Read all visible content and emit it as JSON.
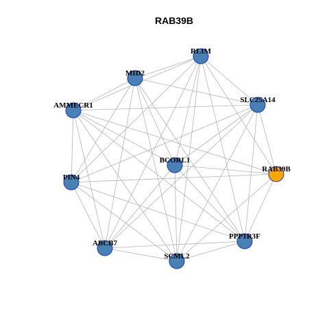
{
  "title": "RAB39B",
  "colors": {
    "node_fill": "#4682b4",
    "highlight_fill": "#ffa500",
    "node_stroke": "#1a33c8",
    "edge": "#b3b3b3"
  },
  "nodes": [
    {
      "id": "RLIM",
      "label": "RLIM",
      "highlight": false
    },
    {
      "id": "MID2",
      "label": "MID2",
      "highlight": false
    },
    {
      "id": "AMMECR1",
      "label": "AMMECR1",
      "highlight": false
    },
    {
      "id": "SLC25A14",
      "label": "SLC25A14",
      "highlight": false
    },
    {
      "id": "BCORL1",
      "label": "BCORL1",
      "highlight": false
    },
    {
      "id": "RAB39B",
      "label": "RAB39B",
      "highlight": true
    },
    {
      "id": "PIN4",
      "label": "PIN4",
      "highlight": false
    },
    {
      "id": "PPP1R3F",
      "label": "PPP1R3F",
      "highlight": false
    },
    {
      "id": "ABCB7",
      "label": "ABCB7",
      "highlight": false
    },
    {
      "id": "SCML2",
      "label": "SCML2",
      "highlight": false
    }
  ],
  "edges": [
    [
      "RLIM",
      "MID2"
    ],
    [
      "RLIM",
      "AMMECR1"
    ],
    [
      "RLIM",
      "SLC25A14"
    ],
    [
      "RLIM",
      "BCORL1"
    ],
    [
      "RLIM",
      "RAB39B"
    ],
    [
      "RLIM",
      "PIN4"
    ],
    [
      "RLIM",
      "PPP1R3F"
    ],
    [
      "RLIM",
      "ABCB7"
    ],
    [
      "RLIM",
      "SCML2"
    ],
    [
      "MID2",
      "AMMECR1"
    ],
    [
      "MID2",
      "SLC25A14"
    ],
    [
      "MID2",
      "BCORL1"
    ],
    [
      "MID2",
      "PIN4"
    ],
    [
      "MID2",
      "PPP1R3F"
    ],
    [
      "MID2",
      "ABCB7"
    ],
    [
      "MID2",
      "SCML2"
    ],
    [
      "AMMECR1",
      "SLC25A14"
    ],
    [
      "AMMECR1",
      "BCORL1"
    ],
    [
      "AMMECR1",
      "RAB39B"
    ],
    [
      "AMMECR1",
      "PIN4"
    ],
    [
      "AMMECR1",
      "PPP1R3F"
    ],
    [
      "AMMECR1",
      "ABCB7"
    ],
    [
      "AMMECR1",
      "SCML2"
    ],
    [
      "SLC25A14",
      "BCORL1"
    ],
    [
      "SLC25A14",
      "RAB39B"
    ],
    [
      "SLC25A14",
      "PIN4"
    ],
    [
      "SLC25A14",
      "PPP1R3F"
    ],
    [
      "SLC25A14",
      "ABCB7"
    ],
    [
      "SLC25A14",
      "SCML2"
    ],
    [
      "BCORL1",
      "RAB39B"
    ],
    [
      "BCORL1",
      "PPP1R3F"
    ],
    [
      "BCORL1",
      "ABCB7"
    ],
    [
      "BCORL1",
      "SCML2"
    ],
    [
      "RAB39B",
      "PIN4"
    ],
    [
      "RAB39B",
      "PPP1R3F"
    ],
    [
      "RAB39B",
      "SCML2"
    ],
    [
      "PIN4",
      "PPP1R3F"
    ],
    [
      "PIN4",
      "ABCB7"
    ],
    [
      "PIN4",
      "SCML2"
    ],
    [
      "PPP1R3F",
      "ABCB7"
    ],
    [
      "PPP1R3F",
      "SCML2"
    ],
    [
      "ABCB7",
      "SCML2"
    ]
  ]
}
